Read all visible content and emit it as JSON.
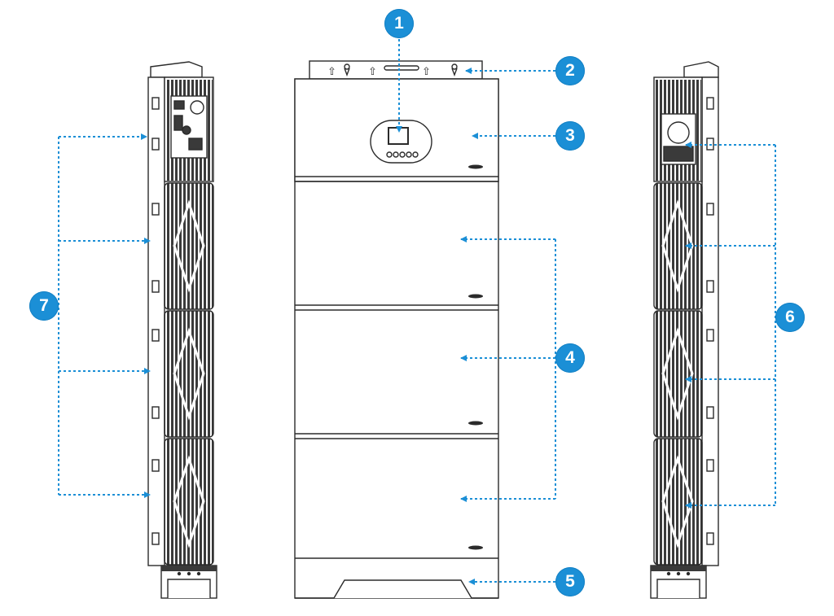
{
  "colors": {
    "accent": "#1b8fd6",
    "outline": "#2b2b2b",
    "fin": "#3a3a3a",
    "panel": "#ffffff"
  },
  "callouts": [
    {
      "id": 1,
      "label": "1"
    },
    {
      "id": 2,
      "label": "2"
    },
    {
      "id": 3,
      "label": "3"
    },
    {
      "id": 4,
      "label": "4"
    },
    {
      "id": 5,
      "label": "5"
    },
    {
      "id": 6,
      "label": "6"
    },
    {
      "id": 7,
      "label": "7"
    }
  ],
  "views": {
    "left": {
      "battery_modules": 3,
      "has_control_box": true
    },
    "front": {
      "battery_modules": 3,
      "lcd_buttons": 5,
      "has_wall_bracket": true,
      "has_base": true
    },
    "right": {
      "battery_modules": 3,
      "has_control_box": true
    }
  }
}
